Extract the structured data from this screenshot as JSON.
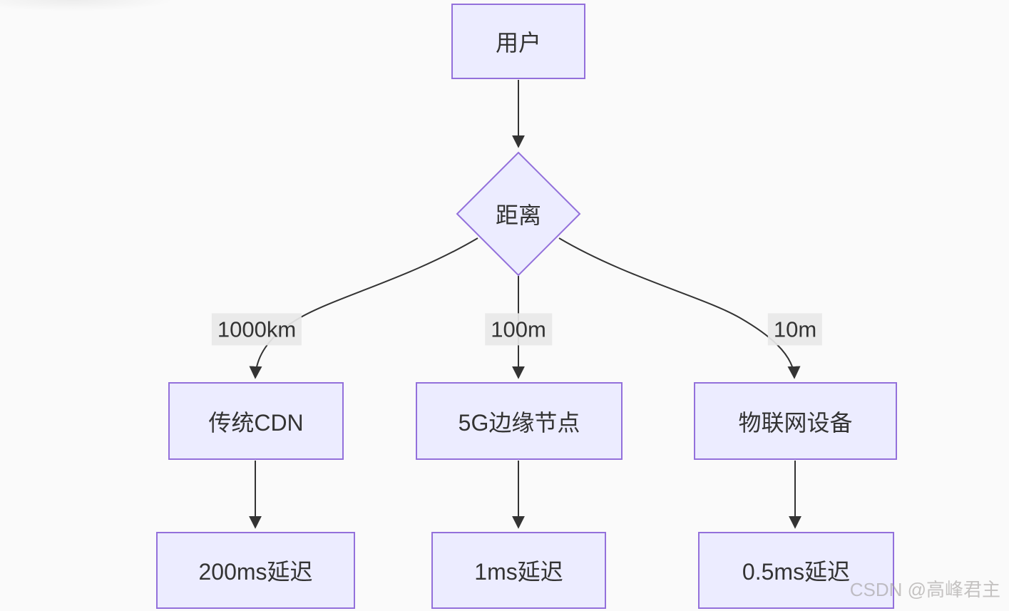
{
  "diagram": {
    "type": "flowchart",
    "direction": "top-down",
    "nodes": {
      "user": {
        "label": "用户",
        "shape": "rect"
      },
      "distance": {
        "label": "距离",
        "shape": "diamond"
      },
      "cdn": {
        "label": "传统CDN",
        "shape": "rect"
      },
      "edge5g": {
        "label": "5G边缘节点",
        "shape": "rect"
      },
      "iot": {
        "label": "物联网设备",
        "shape": "rect"
      },
      "latency_cdn": {
        "label": "200ms延迟",
        "shape": "rect"
      },
      "latency_5g": {
        "label": "1ms延迟",
        "shape": "rect"
      },
      "latency_iot": {
        "label": "0.5ms延迟",
        "shape": "rect"
      }
    },
    "edges": [
      {
        "from": "user",
        "to": "distance",
        "label": ""
      },
      {
        "from": "distance",
        "to": "cdn",
        "label": "1000km"
      },
      {
        "from": "distance",
        "to": "edge5g",
        "label": "100m"
      },
      {
        "from": "distance",
        "to": "iot",
        "label": "10m"
      },
      {
        "from": "cdn",
        "to": "latency_cdn",
        "label": ""
      },
      {
        "from": "edge5g",
        "to": "latency_5g",
        "label": ""
      },
      {
        "from": "iot",
        "to": "latency_iot",
        "label": ""
      }
    ],
    "colors": {
      "node_fill": "#ECECFF",
      "node_border": "#9370DB",
      "edge_line": "#333333",
      "arrowhead": "#333333",
      "edge_label_bg": "#e8e8e8",
      "text": "#333333",
      "background": "#fafafa",
      "watermark_text": "#a09d9b"
    }
  },
  "watermark": "CSDN @高峰君主"
}
